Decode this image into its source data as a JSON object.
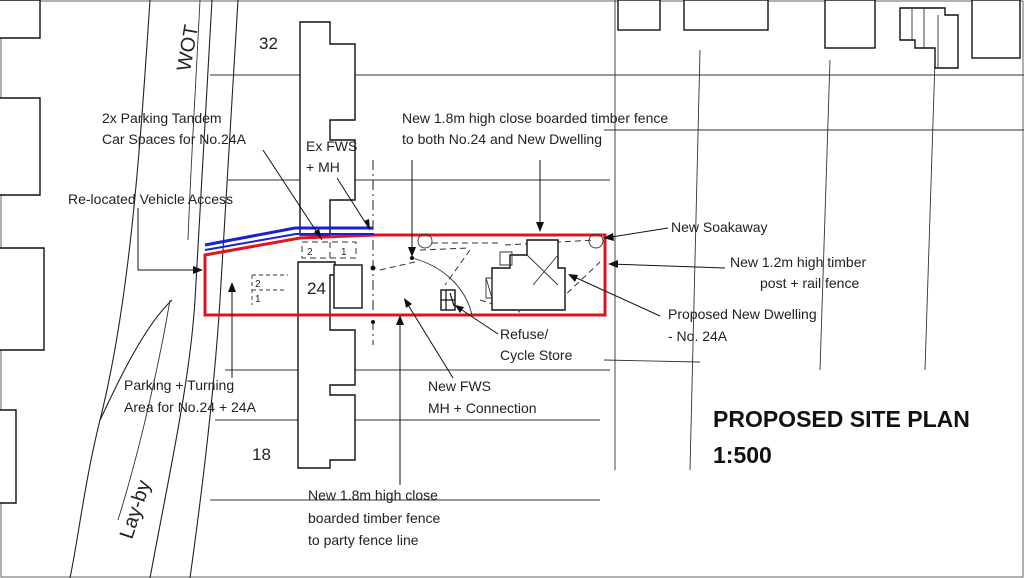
{
  "road": {
    "name_partial": "WOT",
    "layby": "Lay-by"
  },
  "plots": {
    "n32": "32",
    "n24": "24",
    "n18": "18",
    "space2": "2",
    "space1": "1",
    "bay2": "2",
    "bay1": "1"
  },
  "annotations": {
    "parking_tandem_1": "2x Parking Tandem",
    "parking_tandem_2": "Car Spaces for No.24A",
    "ex_fws_1": "Ex FWS",
    "ex_fws_2": "+ MH",
    "new_fence_top_1": "New 1.8m high close boarded timber fence",
    "new_fence_top_2": "to both No.24 and New Dwelling",
    "relocated_access": "Re-located Vehicle Access",
    "new_soakaway": "New Soakaway",
    "rail_fence_1": "New 1.2m high timber",
    "rail_fence_2": "post + rail fence",
    "proposed_dwelling_1": "Proposed New Dwelling",
    "proposed_dwelling_2": "- No. 24A",
    "refuse_1": "Refuse/",
    "refuse_2": "Cycle Store",
    "parking_turning_1": "Parking + Turning",
    "parking_turning_2": "Area for No.24 + 24A",
    "new_fws_1": "New FWS",
    "new_fws_2": "MH + Connection",
    "party_fence_1": "New 1.8m high close",
    "party_fence_2": "boarded timber fence",
    "party_fence_3": "to party fence line"
  },
  "title": {
    "line1": "PROPOSED SITE PLAN",
    "line2": "1:500"
  },
  "colors": {
    "site_boundary": "#e0141e",
    "access_line": "#1a22c8",
    "linework": "#222222"
  }
}
